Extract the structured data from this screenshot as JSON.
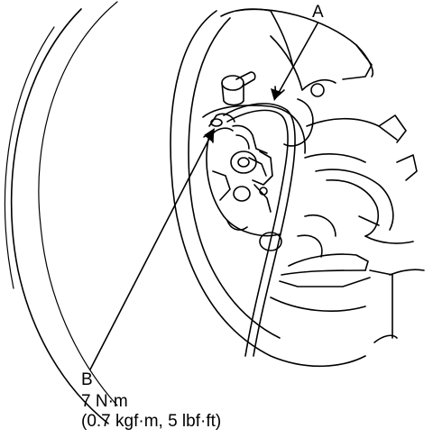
{
  "labels": {
    "a": "A",
    "b": "B"
  },
  "torque": {
    "line1": "7 N·m",
    "line2": "(0.7 kgf·m, 5 lbf·ft)"
  },
  "colors": {
    "ink": "#000000",
    "paper": "#ffffff"
  }
}
